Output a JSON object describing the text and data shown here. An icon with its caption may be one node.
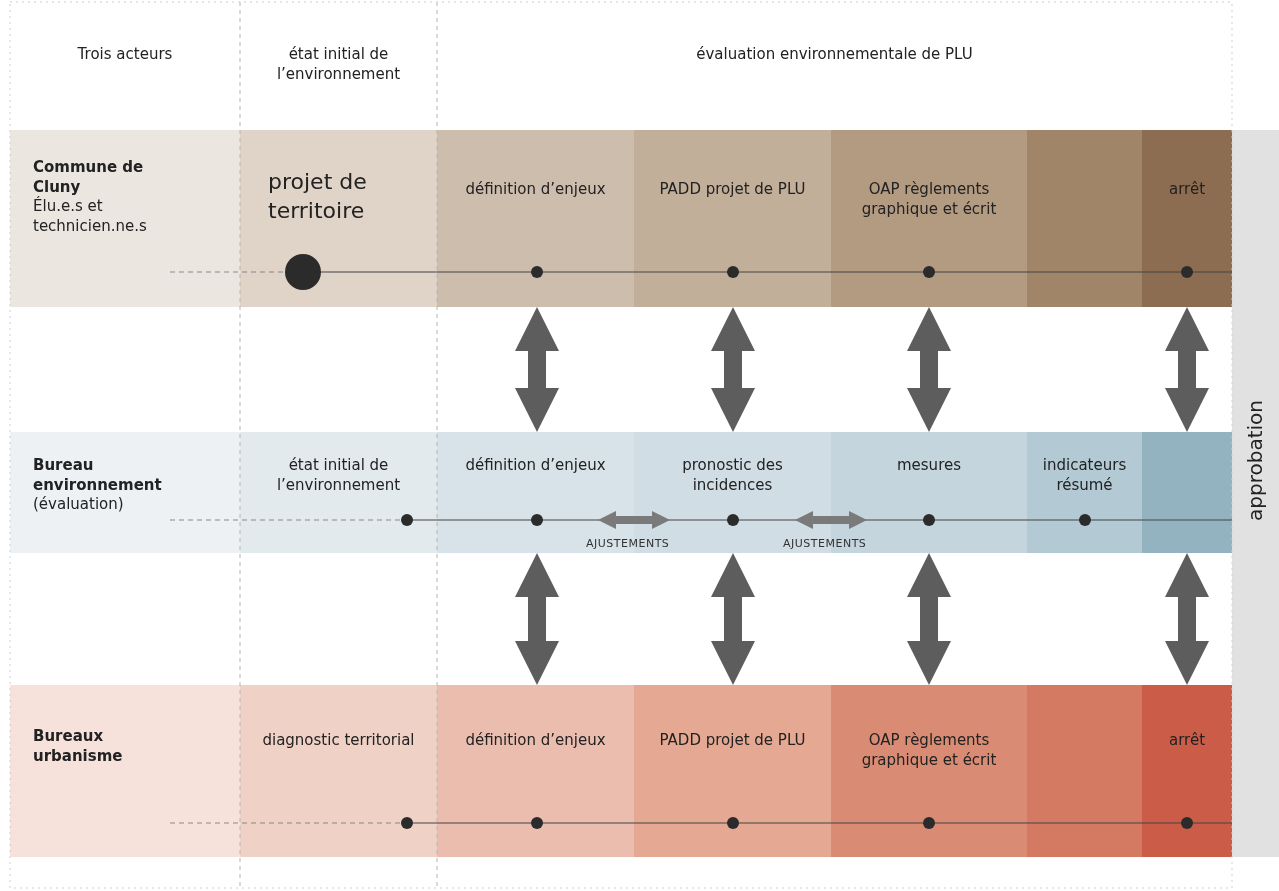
{
  "diagram": {
    "nodes": [
      {
        "text": [
          "Commune de Cluny",
          "Élu.e.s et technicien.ne.s"
        ]
      },
      {
        "text": [
          "projet de territoire"
        ]
      },
      {
        "text": [
          "définition d’enjeux"
        ]
      },
      {
        "text": [
          "PADD projet de PLU"
        ]
      },
      {
        "text": [
          "OAP règlements graphique et écrit"
        ]
      },
      {
        "text": [],
        "shape": "box"
      },
      {
        "text": [
          "arrêt"
        ]
      },
      {
        "text": [
          "Bureau environnement",
          "(évaluation)"
        ]
      },
      {
        "text": [
          "état initial de l’environnement"
        ]
      },
      {
        "text": [
          "définition d’enjeux"
        ]
      },
      {
        "text": [
          "pronostic des incidences"
        ]
      },
      {
        "text": [
          "mesures"
        ]
      },
      {
        "text": [
          "indicateurs résumé"
        ]
      },
      {
        "text": [],
        "shape": "box"
      },
      {
        "text": [
          "Bureaux urbanisme"
        ]
      },
      {
        "text": [
          "diagnostic territorial"
        ]
      },
      {
        "text": [
          "définition d’enjeux"
        ]
      },
      {
        "text": [
          "PADD projet de PLU"
        ]
      },
      {
        "text": [
          "OAP règlements graphique et écrit"
        ]
      },
      {
        "text": [],
        "shape": "box"
      },
      {
        "text": [
          "arrêt"
        ]
      },
      {
        "text": [
          "approbation"
        ]
      }
    ],
    "edges": [
      {
        "from": 2,
        "to": 9,
        "arrow": "both"
      },
      {
        "from": 3,
        "to": 10,
        "arrow": "both"
      },
      {
        "from": 4,
        "to": 11,
        "arrow": "both"
      },
      {
        "from": 6,
        "to": 13,
        "arrow": "both"
      },
      {
        "from": 9,
        "to": 10,
        "arrow": "both",
        "label": "AJUSTEMENTS",
        "color": "#7a7a7a"
      },
      {
        "from": 10,
        "to": 11,
        "arrow": "both",
        "label": "AJUSTEMENTS",
        "color": "#7a7a7a"
      },
      {
        "from": 9,
        "to": 16,
        "arrow": "both"
      },
      {
        "from": 10,
        "to": 17,
        "arrow": "both"
      },
      {
        "from": 11,
        "to": 18,
        "arrow": "both"
      },
      {
        "from": 13,
        "to": 20,
        "arrow": "both"
      }
    ],
    "labels": [
      "Trois acteurs",
      "état initial de l’environnement",
      "évaluation environnementale de PLU"
    ]
  }
}
